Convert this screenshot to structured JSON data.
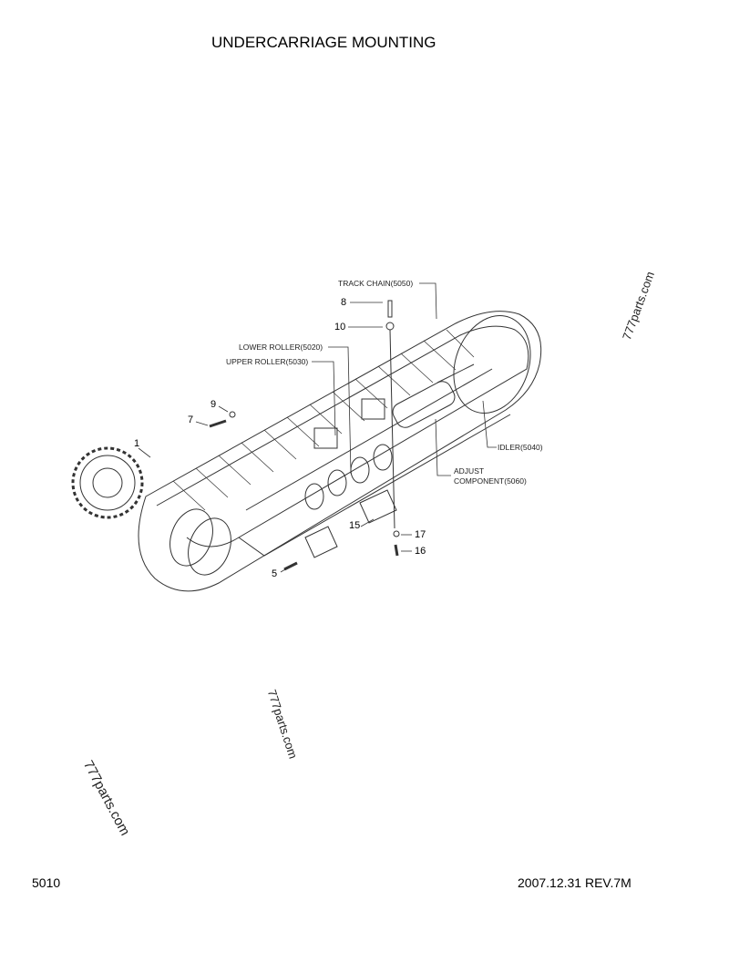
{
  "title": "UNDERCARRIAGE MOUNTING",
  "callouts": {
    "track_chain": "TRACK CHAIN(5050)",
    "lower_roller": "LOWER ROLLER(5020)",
    "upper_roller": "UPPER ROLLER(5030)",
    "idler": "IDLER(5040)",
    "adjust_line1": "ADJUST",
    "adjust_line2": "COMPONENT(5060)"
  },
  "part_numbers": {
    "p1": "1",
    "p5": "5",
    "p7": "7",
    "p8": "8",
    "p9": "9",
    "p10": "10",
    "p15": "15",
    "p16": "16",
    "p17": "17"
  },
  "watermark": "777parts.com",
  "footer": {
    "page": "5010",
    "revision": "2007.12.31 REV.7M"
  }
}
